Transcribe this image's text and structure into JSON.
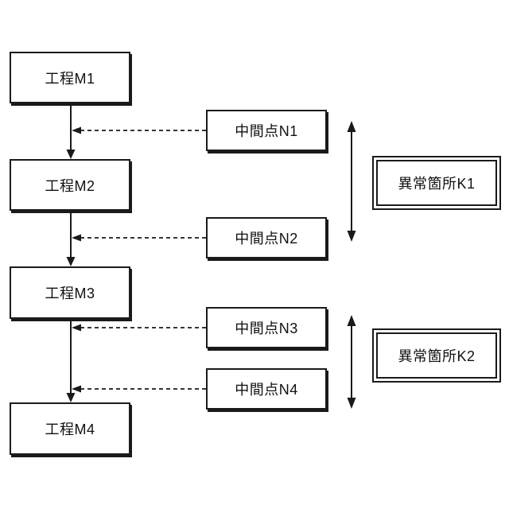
{
  "colors": {
    "line": "#1a1a1a",
    "background": "#ffffff",
    "box_fill": "#ffffff",
    "text": "#111111"
  },
  "process_boxes": [
    {
      "id": "M1",
      "label": "工程M1"
    },
    {
      "id": "M2",
      "label": "工程M2"
    },
    {
      "id": "M3",
      "label": "工程M3"
    },
    {
      "id": "M4",
      "label": "工程M4"
    }
  ],
  "midpoint_boxes": [
    {
      "id": "N1",
      "label": "中間点N1"
    },
    {
      "id": "N2",
      "label": "中間点N2"
    },
    {
      "id": "N3",
      "label": "中間点N3"
    },
    {
      "id": "N4",
      "label": "中間点N4"
    }
  ],
  "anomaly_boxes": [
    {
      "id": "K1",
      "label": "異常箇所K1"
    },
    {
      "id": "K2",
      "label": "異常箇所K2"
    }
  ]
}
